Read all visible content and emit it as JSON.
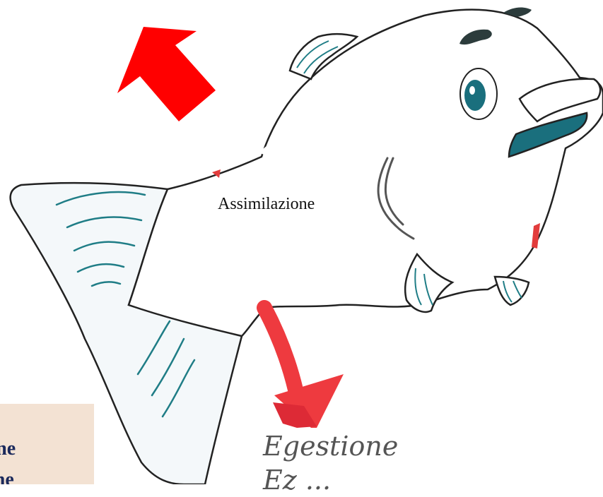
{
  "labels": {
    "assimilation": "Assimilazione",
    "egestion": "Egestione",
    "egestion_second_line": "Ez ... ",
    "box_line1": "zione",
    "box_line2": "ione"
  },
  "colors": {
    "up_arrow": "#ff0000",
    "down_arrow": "#ee3a3f",
    "fish_stroke": "#222222",
    "fin_accent": "#1f7d86",
    "eye": "#1a6f7d",
    "box_bg": "#f3e2d3",
    "box_text": "#1b2a5c"
  },
  "icons": {
    "up_arrow": "red-arrow-up-left-icon",
    "down_arrow": "red-arrow-down-icon"
  }
}
